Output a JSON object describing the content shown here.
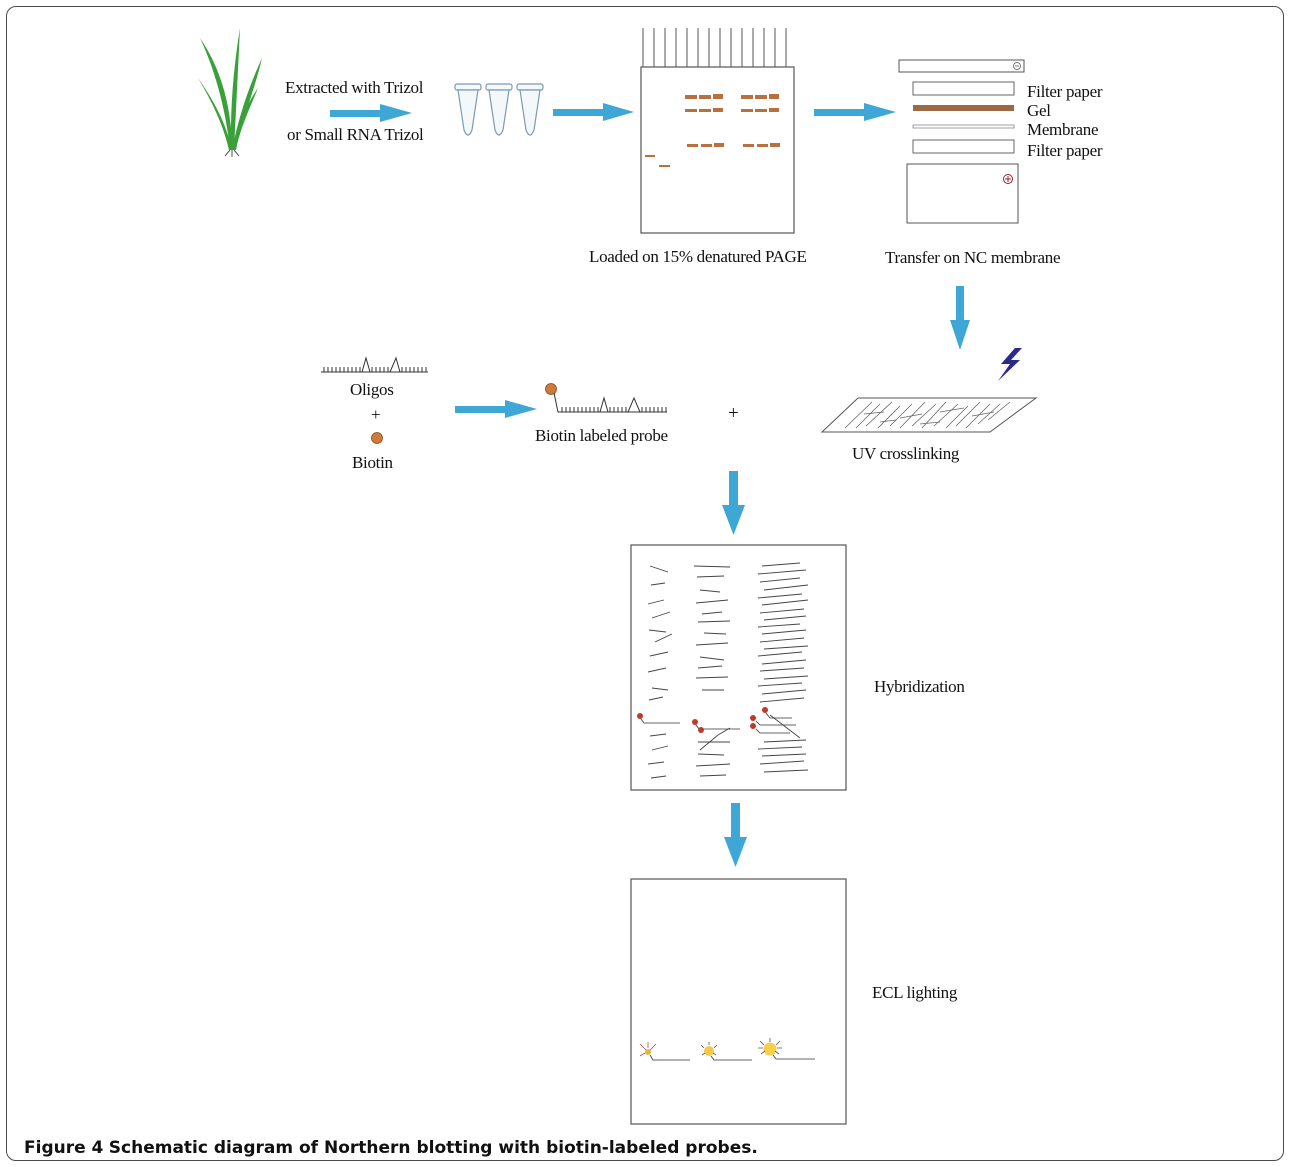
{
  "labels": {
    "extract_line1": "Extracted with Trizol",
    "extract_line2": "or Small RNA Trizol",
    "gel_caption": "Loaded on 15% denatured PAGE",
    "transfer_caption": "Transfer on NC membrane",
    "filter_paper_top": "Filter paper",
    "gel": "Gel",
    "membrane": "Membrane",
    "filter_paper_bottom": "Filter paper",
    "oligos": "Oligos",
    "plus_small": "+",
    "biotin": "Biotin",
    "probe": "Biotin labeled probe",
    "plus_big": "+",
    "uv": "UV crosslinking",
    "hybridization": "Hybridization",
    "ecl": "ECL lighting"
  },
  "caption": {
    "figure_number": "Figure 4",
    "text": "Schematic diagram of Northern blotting with biotin-labeled probes."
  },
  "colors": {
    "arrow": "#3fa7d6",
    "band": "#b9703f",
    "biotin": "#d07a3a",
    "lightning": "#2a2a8a",
    "plant": "#3aa13a",
    "outline": "#555555"
  }
}
